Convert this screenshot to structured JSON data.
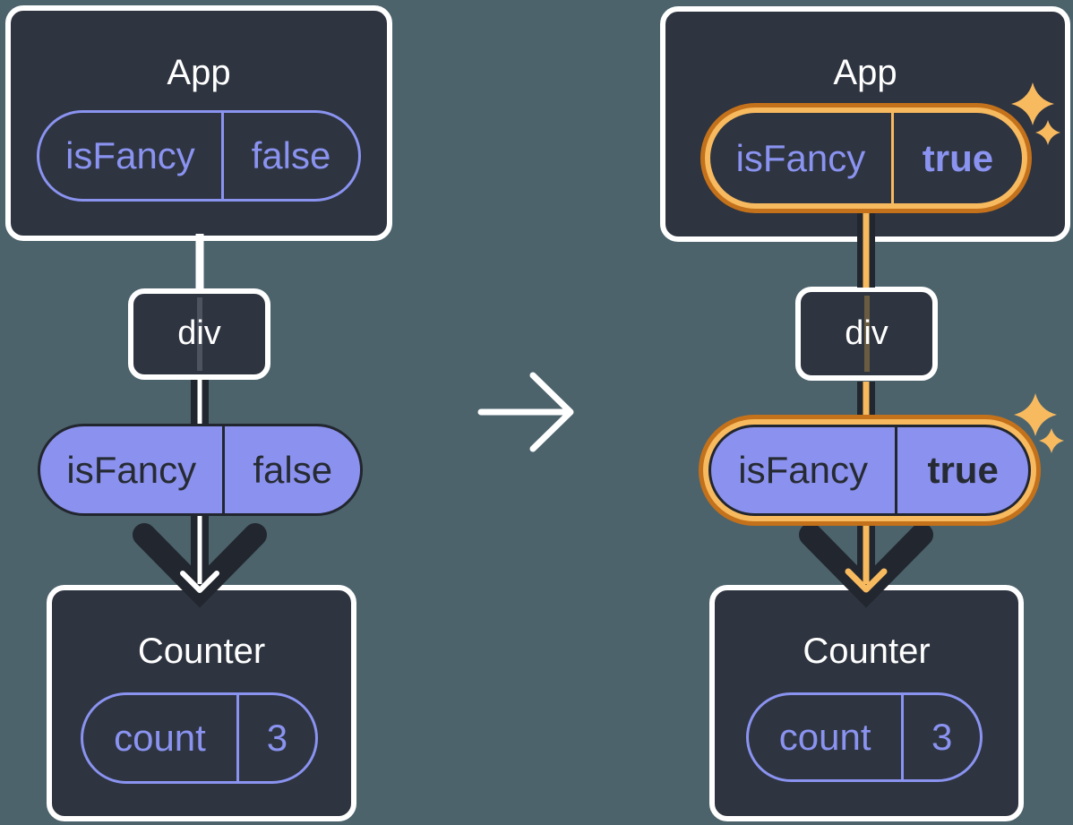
{
  "page": {
    "type": "react-props-state-diagram",
    "background_color": "#4c636c"
  },
  "colors": {
    "box_background": "#2e3440",
    "box_border": "#ffffff",
    "purple_stroke": "#8a93f0",
    "purple_fill": "#8b91ee",
    "dark_line": "#22262e",
    "dark_text": "#262b33",
    "highlight_orange_dark": "#c4711b",
    "highlight_orange_light": "#f8ba5f",
    "white_line": "#ffffff"
  },
  "before_tree": {
    "app": {
      "title": "App",
      "prop_name": "isFancy",
      "prop_value": "false"
    },
    "div_node": {
      "label": "div"
    },
    "passed_prop": {
      "name": "isFancy",
      "value": "false"
    },
    "counter": {
      "title": "Counter",
      "state_name": "count",
      "state_value": "3"
    }
  },
  "after_tree": {
    "app": {
      "title": "App",
      "prop_name": "isFancy",
      "prop_value": "true"
    },
    "div_node": {
      "label": "div"
    },
    "passed_prop": {
      "name": "isFancy",
      "value": "true"
    },
    "counter": {
      "title": "Counter",
      "state_name": "count",
      "state_value": "3"
    }
  },
  "icons": {
    "transition_arrow": "arrow-right-icon",
    "sparkles_app": "sparkles-icon",
    "sparkles_prop": "sparkles-icon"
  }
}
